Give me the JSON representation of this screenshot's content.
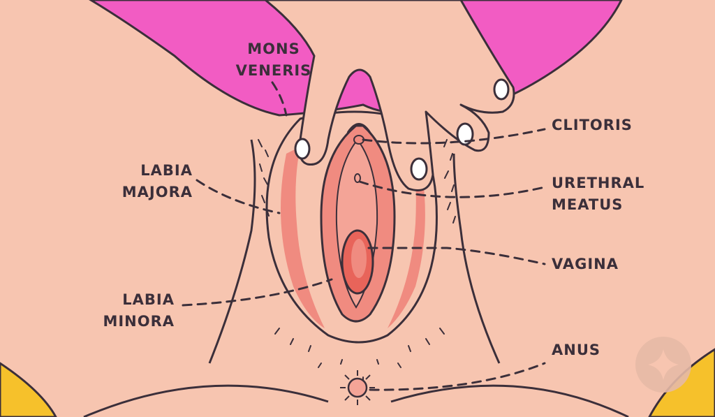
{
  "labels": {
    "mons_veneris": [
      "MONS",
      "VENERIS"
    ],
    "labia_majora": [
      "LABIA",
      "MAJORA"
    ],
    "labia_minora": [
      "LABIA",
      "MINORA"
    ],
    "clitoris": [
      "CLITORIS"
    ],
    "urethral_meatus": [
      "URETHRAL",
      "MEATUS"
    ],
    "vagina": [
      "VAGINA"
    ],
    "anus": [
      "ANUS"
    ]
  },
  "colors": {
    "skin": "#f7c5b0",
    "underwear": "#f25cc3",
    "yellow": "#f6c12b",
    "outline": "#3b2f3a",
    "labia_inner": "#f08b80",
    "vaginal_opening": "#e8645a",
    "highlight": "#ffffff"
  },
  "icons": {
    "watermark": "sparkle-icon"
  }
}
